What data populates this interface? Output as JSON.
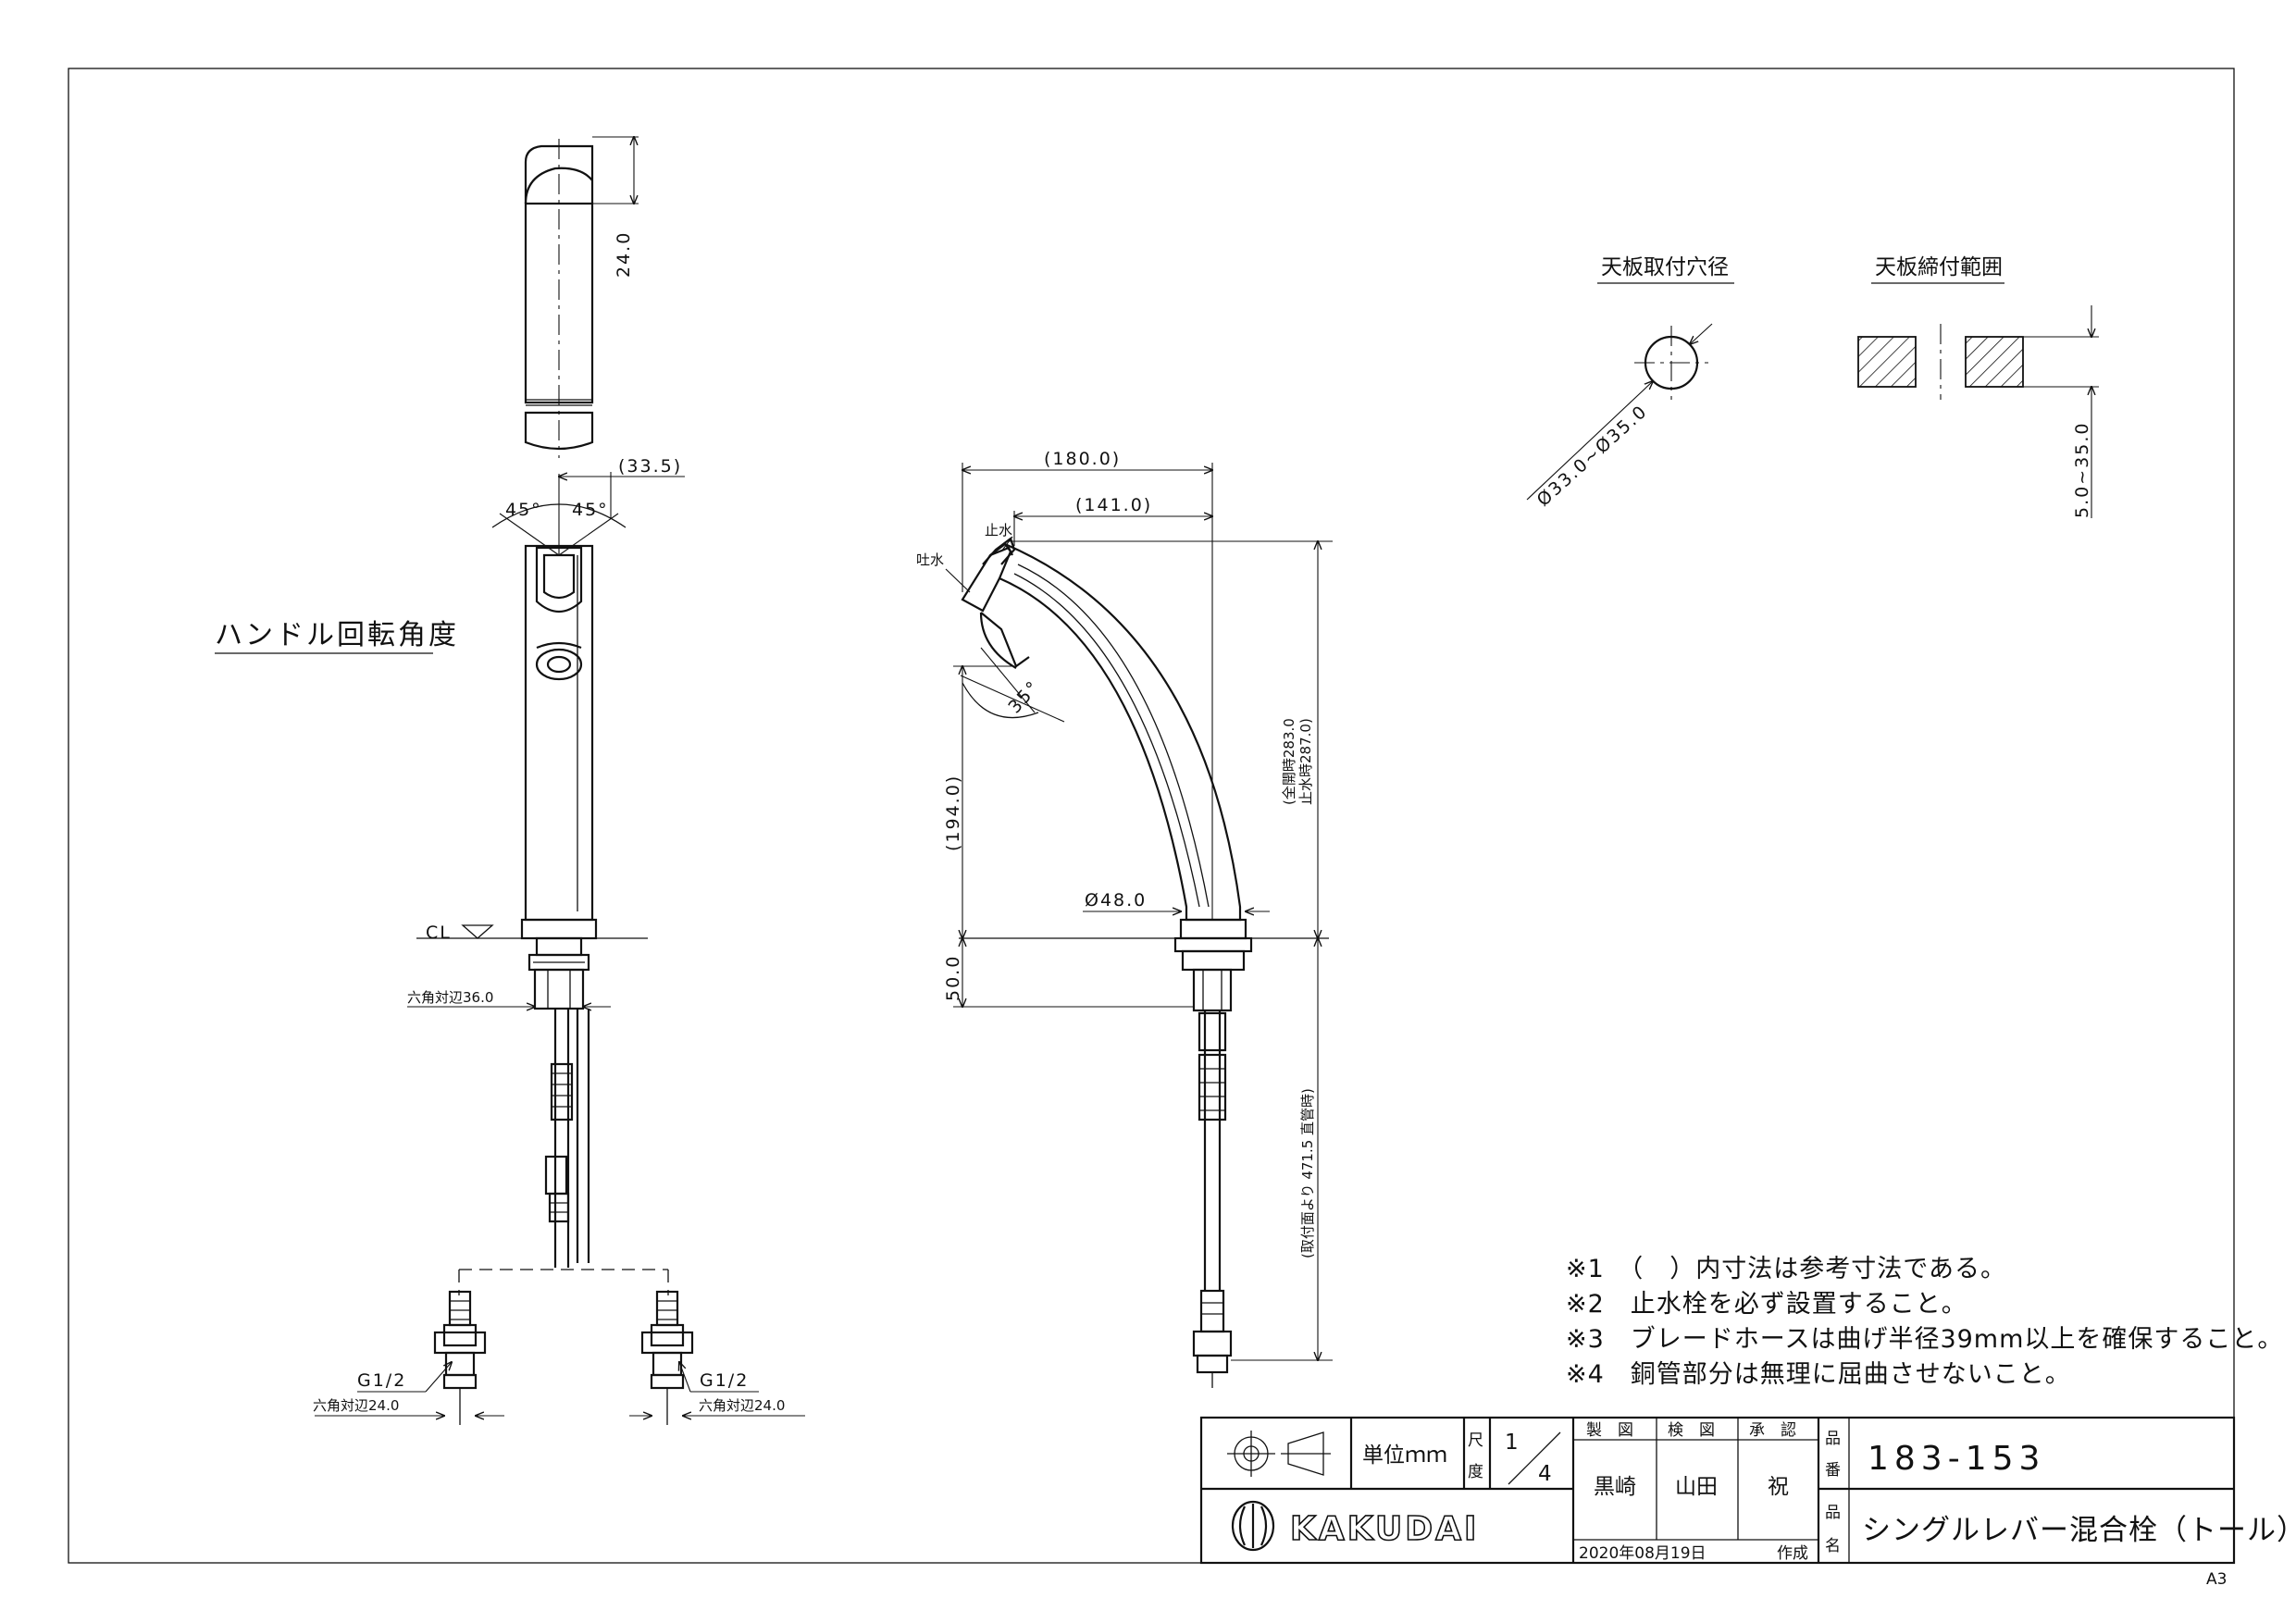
{
  "labels": {
    "handle_rotation": "ハンドル回転角度",
    "hole_diameter_title": "天板取付穴径",
    "clamp_range_title": "天板締付範囲",
    "cl": "CL",
    "spout_outlet": "吐水",
    "stop_water": "止水"
  },
  "dimensions": {
    "front_top": "24.0",
    "front_offset": "(33.5)",
    "angle_left": "45°",
    "angle_right": "45°",
    "hex_36": "六角対辺36.0",
    "g_left": "G1/2",
    "g_right": "G1/2",
    "hex_24_left": "六角対辺24.0",
    "hex_24_right": "六角対辺24.0",
    "side_180": "(180.0)",
    "side_141": "(141.0)",
    "side_194": "(194.0)",
    "side_50": "50.0",
    "side_angle": "35°",
    "side_dia48": "Ø48.0",
    "height_open": "(全開時283.0",
    "height_stop": "止水時287.0)",
    "hose_length": "(取付面より 471.5 直管時)",
    "hole_dia": "Ø33.0~Ø35.0",
    "clamp_range": "5.0~35.0"
  },
  "notes": [
    "※1　（　）内寸法は参考寸法である。",
    "※2　止水栓を必ず設置すること。",
    "※3　ブレードホースは曲げ半径39mm以上を確保すること。",
    "※4　銅管部分は無理に屈曲させないこと。"
  ],
  "title_block": {
    "unit_label": "単位ｍｍ",
    "scale_label_1": "尺",
    "scale_label_2": "度",
    "scale_num": "1",
    "scale_den": "4",
    "col_made": "製　図",
    "col_check": "検　図",
    "col_approve": "承　認",
    "made_by": "黒崎",
    "checked_by": "山田",
    "approved_by": "祝",
    "part_no_label_1": "品",
    "part_no_label_2": "番",
    "part_no": "183-153",
    "name_label_1": "品",
    "name_label_2": "名",
    "part_name": "シングルレバー混合栓（トール）",
    "date": "2020年08月19日",
    "date_suffix": "作成",
    "company": "KAKUDAI",
    "sheet_size": "A3"
  }
}
